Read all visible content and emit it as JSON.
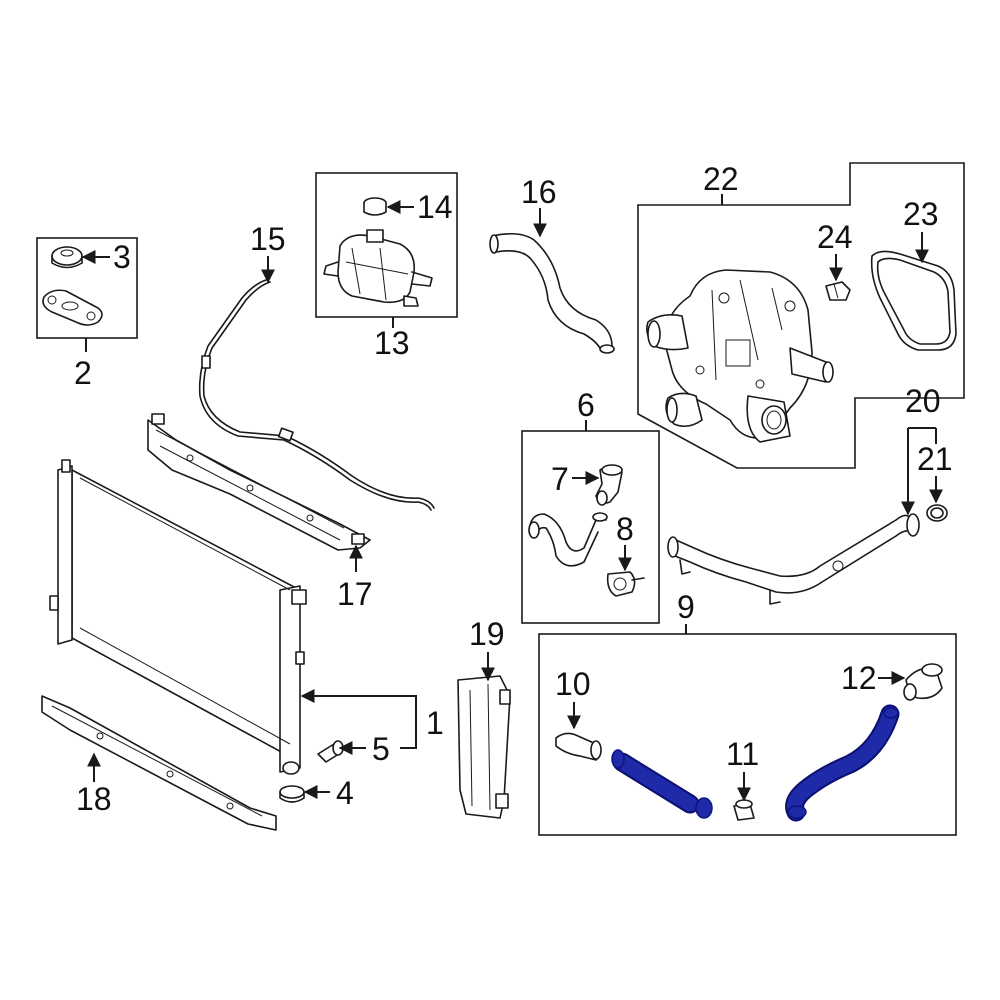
{
  "callouts": {
    "c1": "1",
    "c2": "2",
    "c3": "3",
    "c4": "4",
    "c5": "5",
    "c6": "6",
    "c7": "7",
    "c8": "8",
    "c9": "9",
    "c10": "10",
    "c11": "11",
    "c12": "12",
    "c13": "13",
    "c14": "14",
    "c15": "15",
    "c16": "16",
    "c17": "17",
    "c18": "18",
    "c19": "19",
    "c20": "20",
    "c21": "21",
    "c22": "22",
    "c23": "23",
    "c24": "24"
  },
  "colors": {
    "highlight": "#1f2aa8",
    "line": "#1a1a1a",
    "background": "#ffffff"
  }
}
